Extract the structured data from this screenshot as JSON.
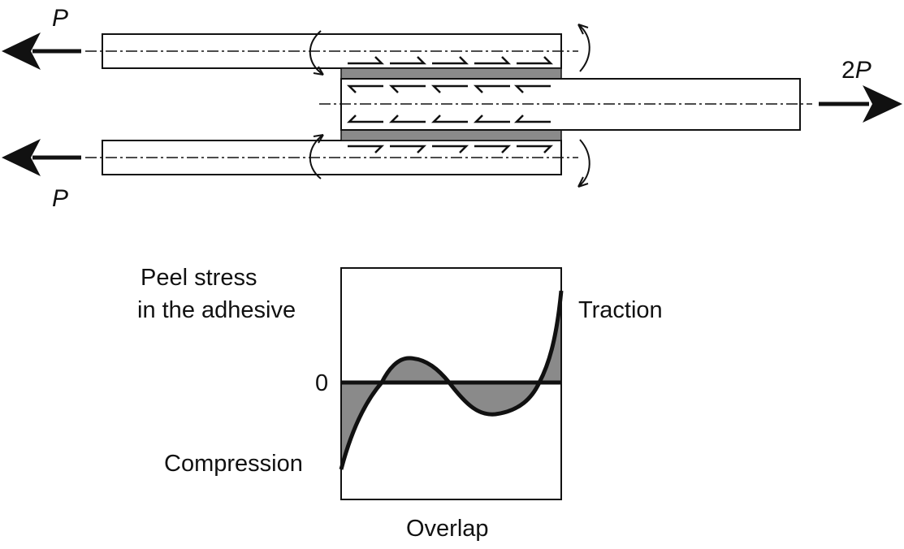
{
  "joint": {
    "load_top": "P",
    "load_bottom": "P",
    "load_right_factor": "2",
    "load_right_symbol": "P"
  },
  "peel_plot": {
    "y_label_line1": "Peel stress",
    "y_label_line2": "in the adhesive",
    "zero_label": "0",
    "top_label": "Traction",
    "bottom_label": "Compression",
    "x_label": "Overlap"
  },
  "colors": {
    "line": "#111111",
    "adhesive_fill": "#8a8a8a",
    "stress_fill": "#8a8a8a",
    "background": "#ffffff"
  }
}
